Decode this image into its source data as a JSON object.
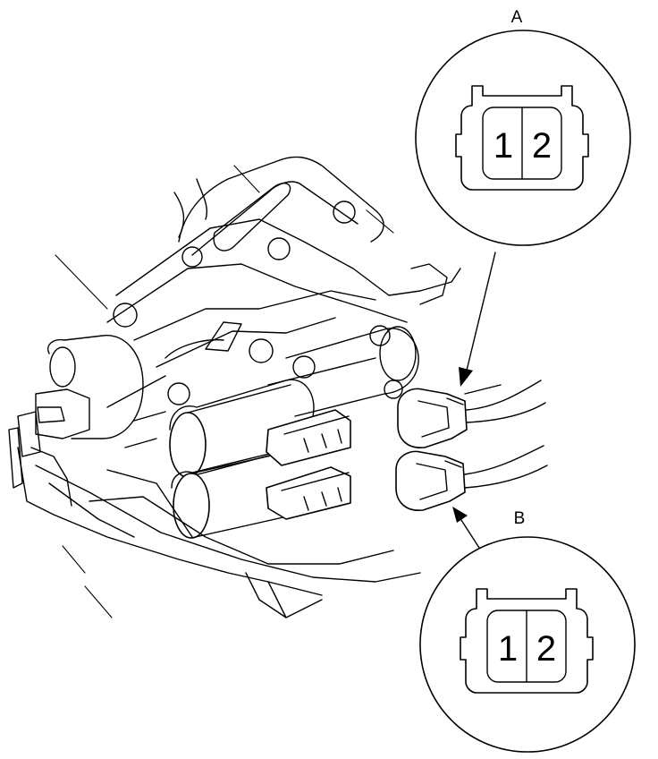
{
  "callouts": [
    {
      "label": "A",
      "pins": [
        "1",
        "2"
      ]
    },
    {
      "label": "B",
      "pins": [
        "1",
        "2"
      ]
    }
  ],
  "colors": {
    "line": "#000000",
    "background": "#ffffff"
  }
}
